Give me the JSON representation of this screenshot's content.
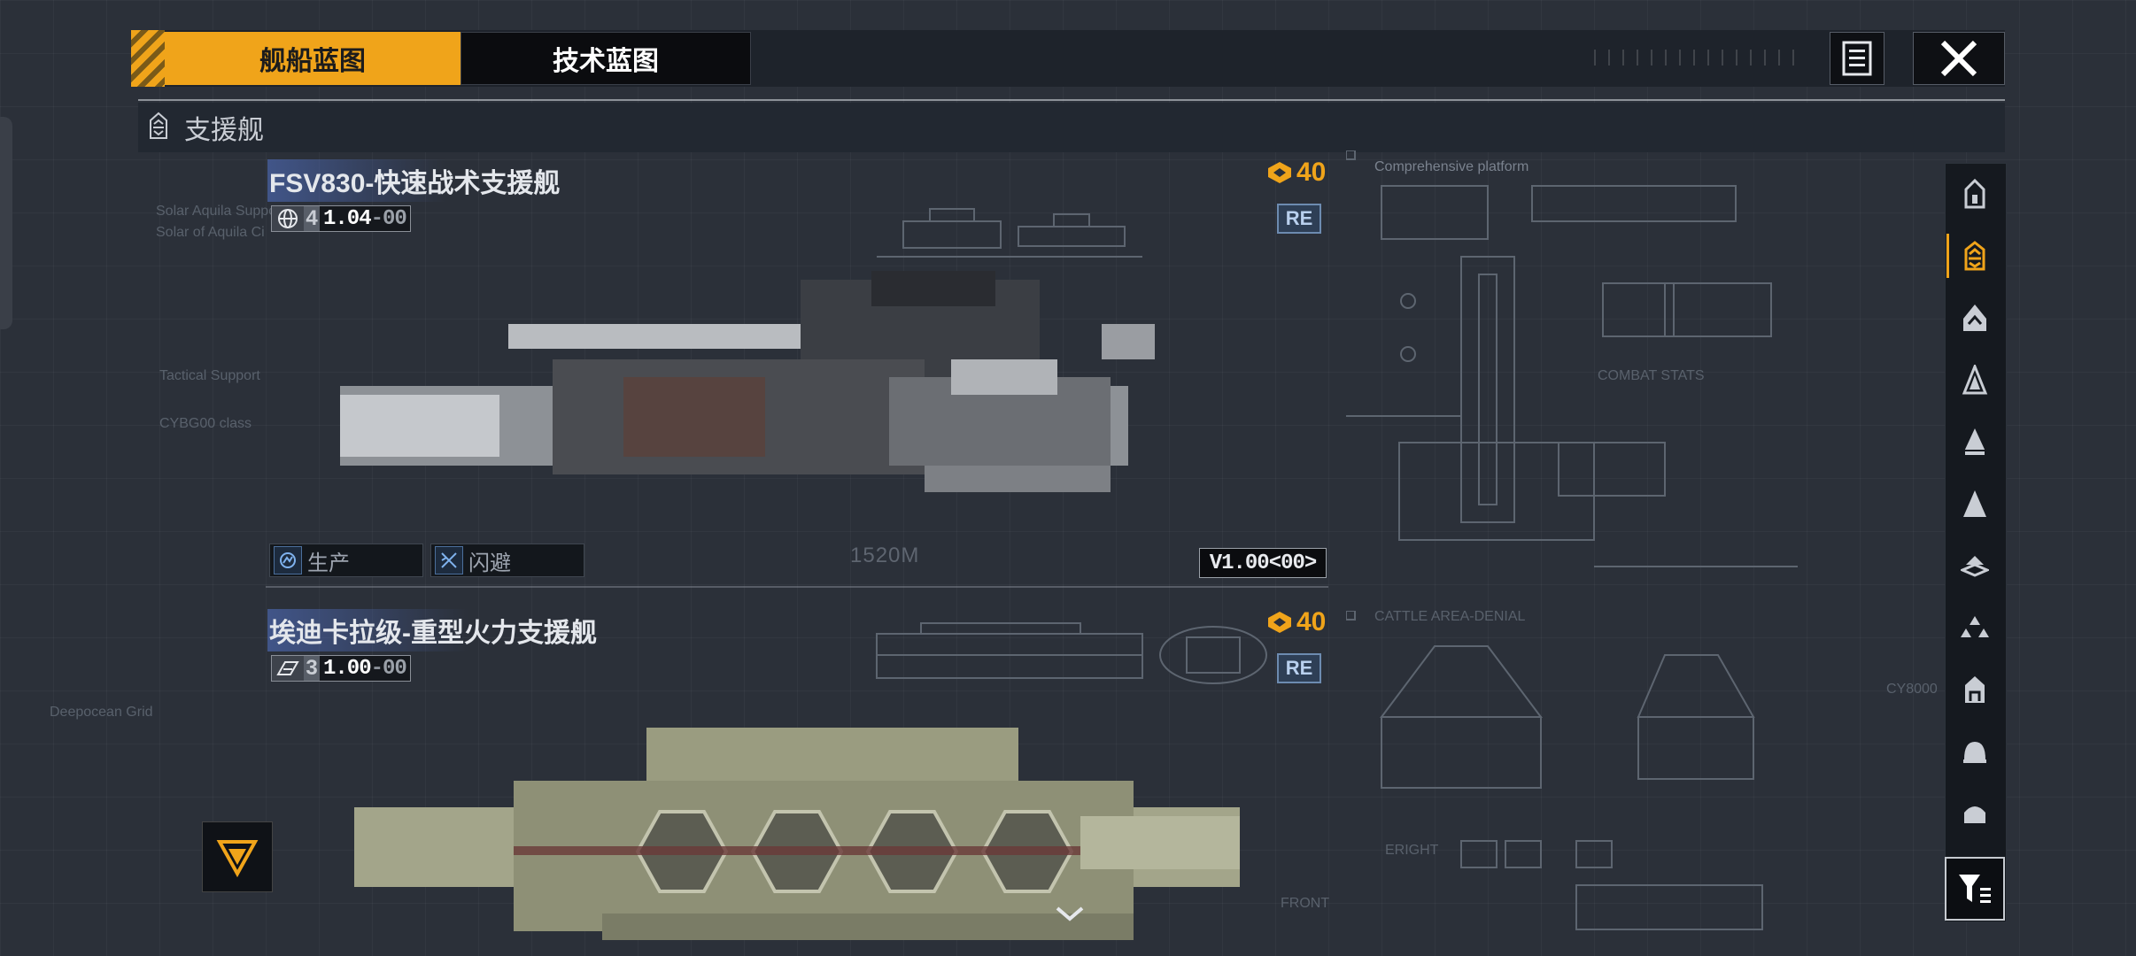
{
  "tabs": {
    "ship_blueprint": "舰船蓝图",
    "tech_blueprint": "技术蓝图"
  },
  "category": {
    "label": "支援舰"
  },
  "ships": [
    {
      "name": "FSV830-快速战术支援舰",
      "count": "4",
      "version": "1.04",
      "version_suffix": "00",
      "cost": "40",
      "rarity": "RE",
      "traits": [
        "生产",
        "闪避"
      ],
      "blueprint_version": "V1.00<00>",
      "scale_label": "1520M",
      "deco_label": "Comprehensive platform",
      "deco_label2": "COMBAT STATS"
    },
    {
      "name": "埃迪卡拉级-重型火力支援舰",
      "count": "3",
      "version": "1.00",
      "version_suffix": "00",
      "cost": "40",
      "rarity": "RE",
      "deco_label": "CATTLE AREA-DENIAL",
      "deco_label2": "ERIGHT",
      "deco_label3": "FRONT"
    }
  ],
  "colors": {
    "accent": "#f0a41a",
    "rarity_blue": "#6d8bb0",
    "background": "#2b3039"
  },
  "sidebar_icons": [
    "frigate-icon",
    "support-icon",
    "destroyer-icon",
    "cruiser-icon",
    "battlecruiser-icon",
    "battleship-icon",
    "carrier-icon",
    "aircraft-icon",
    "corvette-icon",
    "dome-icon",
    "station-icon"
  ],
  "icons": {
    "document": "document-icon",
    "close": "close-icon",
    "filter": "filter-icon",
    "scroll": "chevron-down-icon"
  }
}
